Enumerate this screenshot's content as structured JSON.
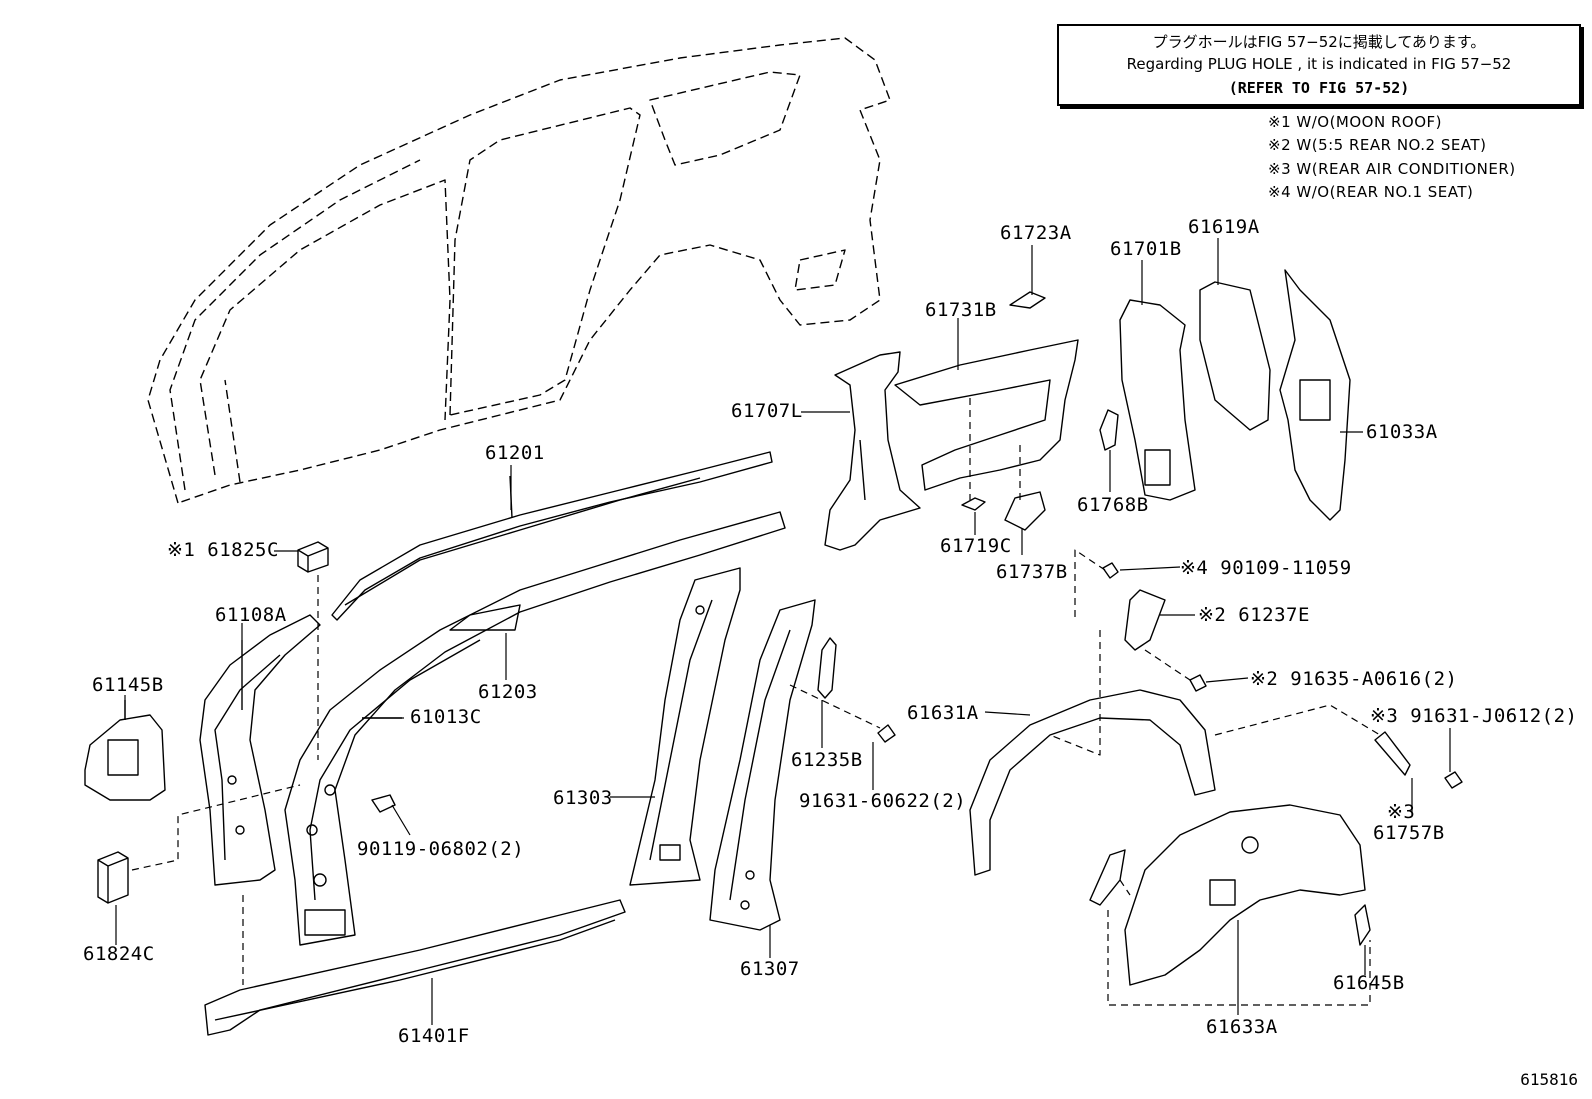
{
  "note": {
    "line1": "プラグホールはFIG 57−52に掲載してあります。",
    "line2": "Regarding  PLUG  HOLE , it is indicated in FIG  57−52",
    "line3": "(REFER TO FIG 57-52)"
  },
  "legend": [
    "※1 W/O(MOON ROOF)",
    "※2 W(5:5 REAR NO.2 SEAT)",
    "※3 W(REAR AIR CONDITIONER)",
    "※4 W/O(REAR NO.1 SEAT)"
  ],
  "parts": {
    "p61201": "61201",
    "p61825C": "※1 61825C",
    "p61108A": "61108A",
    "p61145B": "61145B",
    "p61203": "61203",
    "p61013C": "61013C",
    "p90119": "90119-06802(2)",
    "p61824C": "61824C",
    "p61303": "61303",
    "p61307": "61307",
    "p61401F": "61401F",
    "p61235B": "61235B",
    "p91631_60622": "91631-60622(2)",
    "p61707L": "61707L",
    "p61731B": "61731B",
    "p61723A": "61723A",
    "p61719C": "61719C",
    "p61737B": "61737B",
    "p61701B": "61701B",
    "p61619A": "61619A",
    "p61768B": "61768B",
    "p61033A": "61033A",
    "p90109": "※4 90109-11059",
    "p61237E": "※2 61237E",
    "p91635": "※2 91635-A0616(2)",
    "p61631A": "61631A",
    "p91631_J0612": "※3 91631-J0612(2)",
    "p61757B_mark": "※3",
    "p61757B": "61757B",
    "p61633A": "61633A",
    "p61645B": "61645B"
  },
  "figure_id": "615816"
}
